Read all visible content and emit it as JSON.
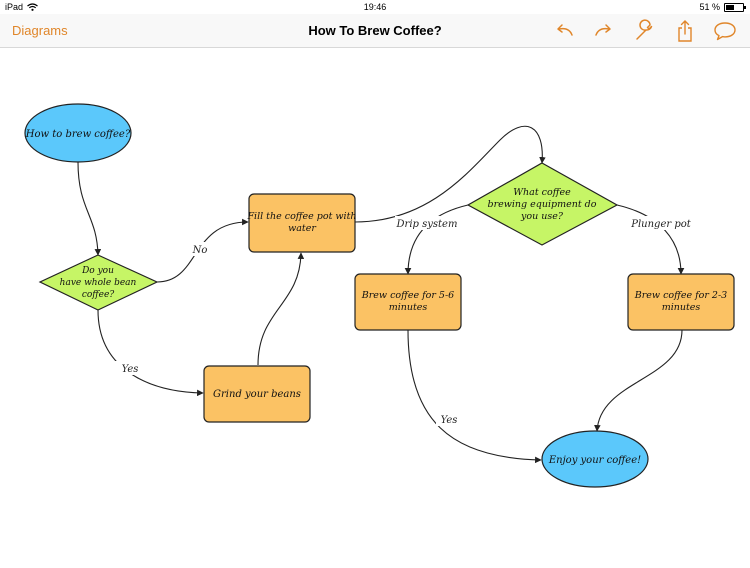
{
  "status_bar": {
    "carrier": "iPad",
    "time": "19:46",
    "battery": "51 %",
    "battery_level": 0.51
  },
  "nav": {
    "back_label": "Diagrams",
    "title": "How To Brew Coffee?"
  },
  "toolbar": {
    "icons": [
      "undo-icon",
      "redo-icon",
      "wrench-icon",
      "share-icon",
      "comment-icon"
    ],
    "accent": "#e0862a"
  },
  "colors": {
    "start_end": "#5bc8fb",
    "decision": "#c6f566",
    "process": "#fbc264"
  },
  "diagram": {
    "start": "How to brew coffee?",
    "decision_beans": [
      "Do you",
      "have whole bean",
      "coffee?"
    ],
    "fill_pot": [
      "Fill the coffee pot with",
      "water"
    ],
    "grind": "Grind your beans",
    "decision_equipment": [
      "What coffee",
      "brewing equipment do",
      "you use?"
    ],
    "brew_drip": [
      "Brew coffee for 5-6",
      "minutes"
    ],
    "brew_plunger": [
      "Brew coffee for 2-3",
      "minutes"
    ],
    "end": "Enjoy your coffee!",
    "label_no": "No",
    "label_yes_left": "Yes",
    "label_drip": "Drip system",
    "label_plunger": "Plunger pot",
    "label_yes_bottom": "Yes"
  }
}
